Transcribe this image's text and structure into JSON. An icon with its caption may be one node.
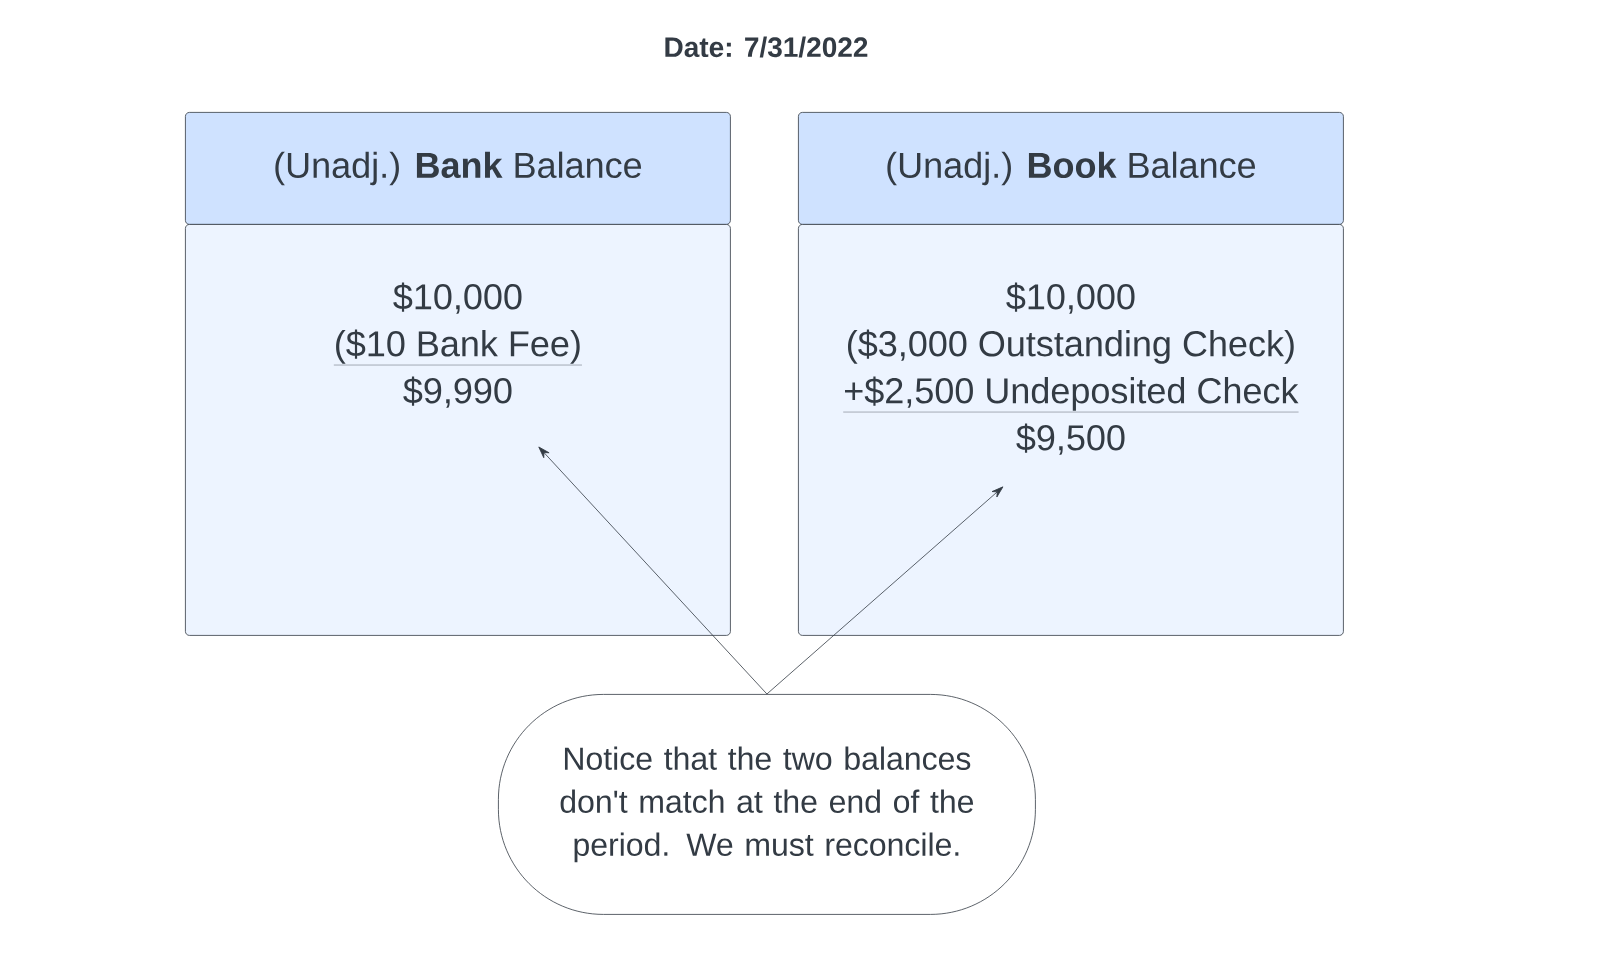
{
  "diagram": {
    "title": "Date: 7/31/2022",
    "nodes": [
      {
        "text": [
          "(Unadj.) **Bank** Balance"
        ]
      },
      {
        "text": [
          "$10,000",
          "($10 Bank Fee)",
          "$9,990"
        ]
      },
      {
        "text": [
          "(Unadj.) **Book** Balance"
        ]
      },
      {
        "text": [
          "$10,000",
          "($3,000 Outstanding Check)",
          "+$2,500 Undeposited Check",
          "$9,500"
        ]
      },
      {
        "text": [
          "Notice that the two balances don't match at the end of the period. We must reconcile."
        ]
      }
    ],
    "edges": [
      {
        "from": 4,
        "to": 1,
        "arrow": "to"
      },
      {
        "from": 4,
        "to": 3,
        "arrow": "to"
      }
    ]
  }
}
